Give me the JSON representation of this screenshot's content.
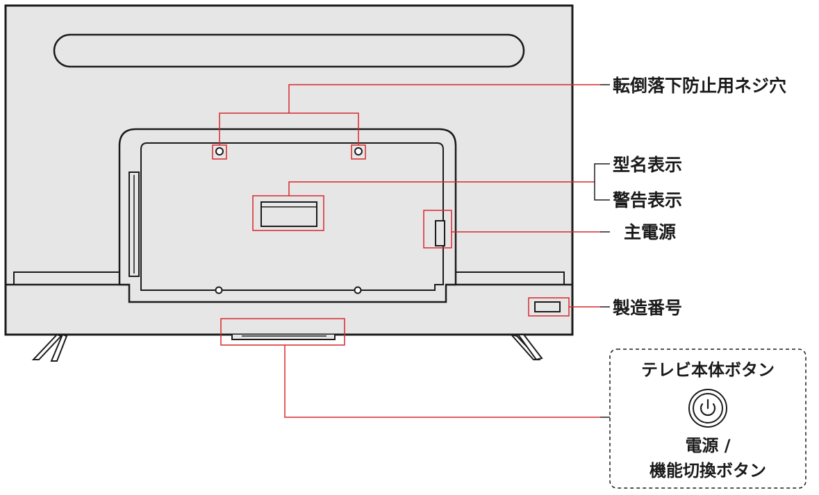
{
  "labels": {
    "screw_holes": "転倒落下防止用ネジ穴",
    "model_name": "型名表示",
    "warning": "警告表示",
    "main_power": "主電源",
    "serial_number": "製造番号"
  },
  "button_panel": {
    "title": "テレビ本体ボタン",
    "power_icon": "power-icon",
    "caption_line1": "電源 /",
    "caption_line2": "機能切換ボタン"
  },
  "colors": {
    "tv_body": "#e6e6e6",
    "outline": "#1a1a1a",
    "highlight": "#d9262c",
    "text": "#1a1a1a"
  }
}
